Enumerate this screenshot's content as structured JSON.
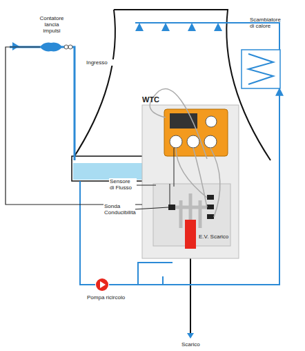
{
  "diagram": {
    "nodes": [
      {
        "text": [
          "WTC"
        ]
      },
      {
        "text": [
          "E.V. Scarico"
        ]
      },
      {
        "text": [
          "Scambiatore di calore"
        ]
      },
      {
        "text": [
          "Contatore lancia impulsi"
        ]
      },
      {
        "text": [
          "Pompa ricircolo"
        ]
      }
    ],
    "edges": [
      {
        "from": 3,
        "to": 0,
        "arrow": "none"
      },
      {
        "from": 4,
        "to": 2,
        "arrow": "to"
      }
    ],
    "labels": [
      "Ingresso",
      "Sensore di Flusso",
      "Sonda Conducibilità",
      "Scarico"
    ]
  }
}
